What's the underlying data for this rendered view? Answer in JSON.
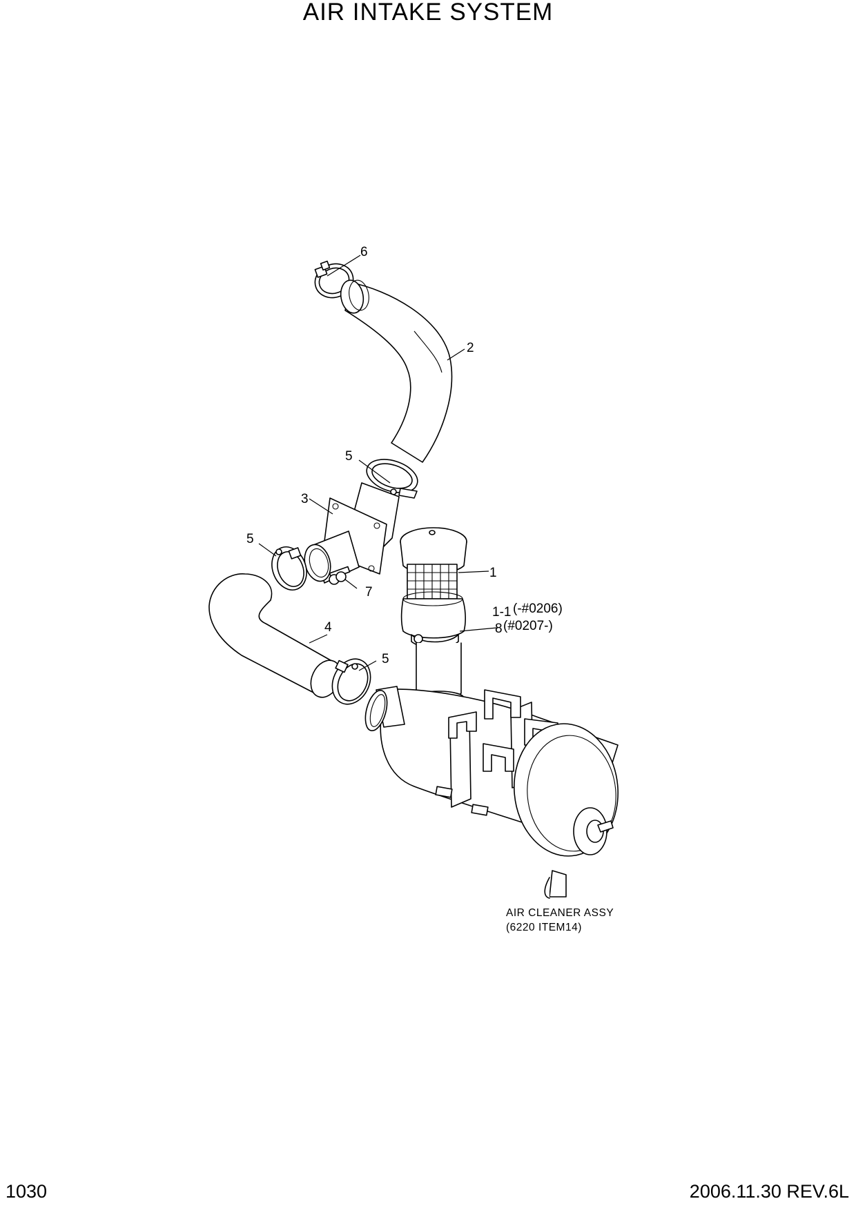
{
  "title": "AIR INTAKE SYSTEM",
  "callouts": {
    "c1": "1",
    "c1_1": "1-1",
    "c1_1_serial": "(-#0206)",
    "c8": "8",
    "c8_serial": "(#0207-)",
    "c2": "2",
    "c3": "3",
    "c4": "4",
    "c5a": "5",
    "c5b": "5",
    "c5c": "5",
    "c6": "6",
    "c7": "7"
  },
  "note": {
    "line1": "AIR CLEANER ASSY",
    "line2": "(6220 ITEM14)"
  },
  "footer": {
    "page_number": "1030",
    "revision": "2006.11.30  REV.6L"
  }
}
